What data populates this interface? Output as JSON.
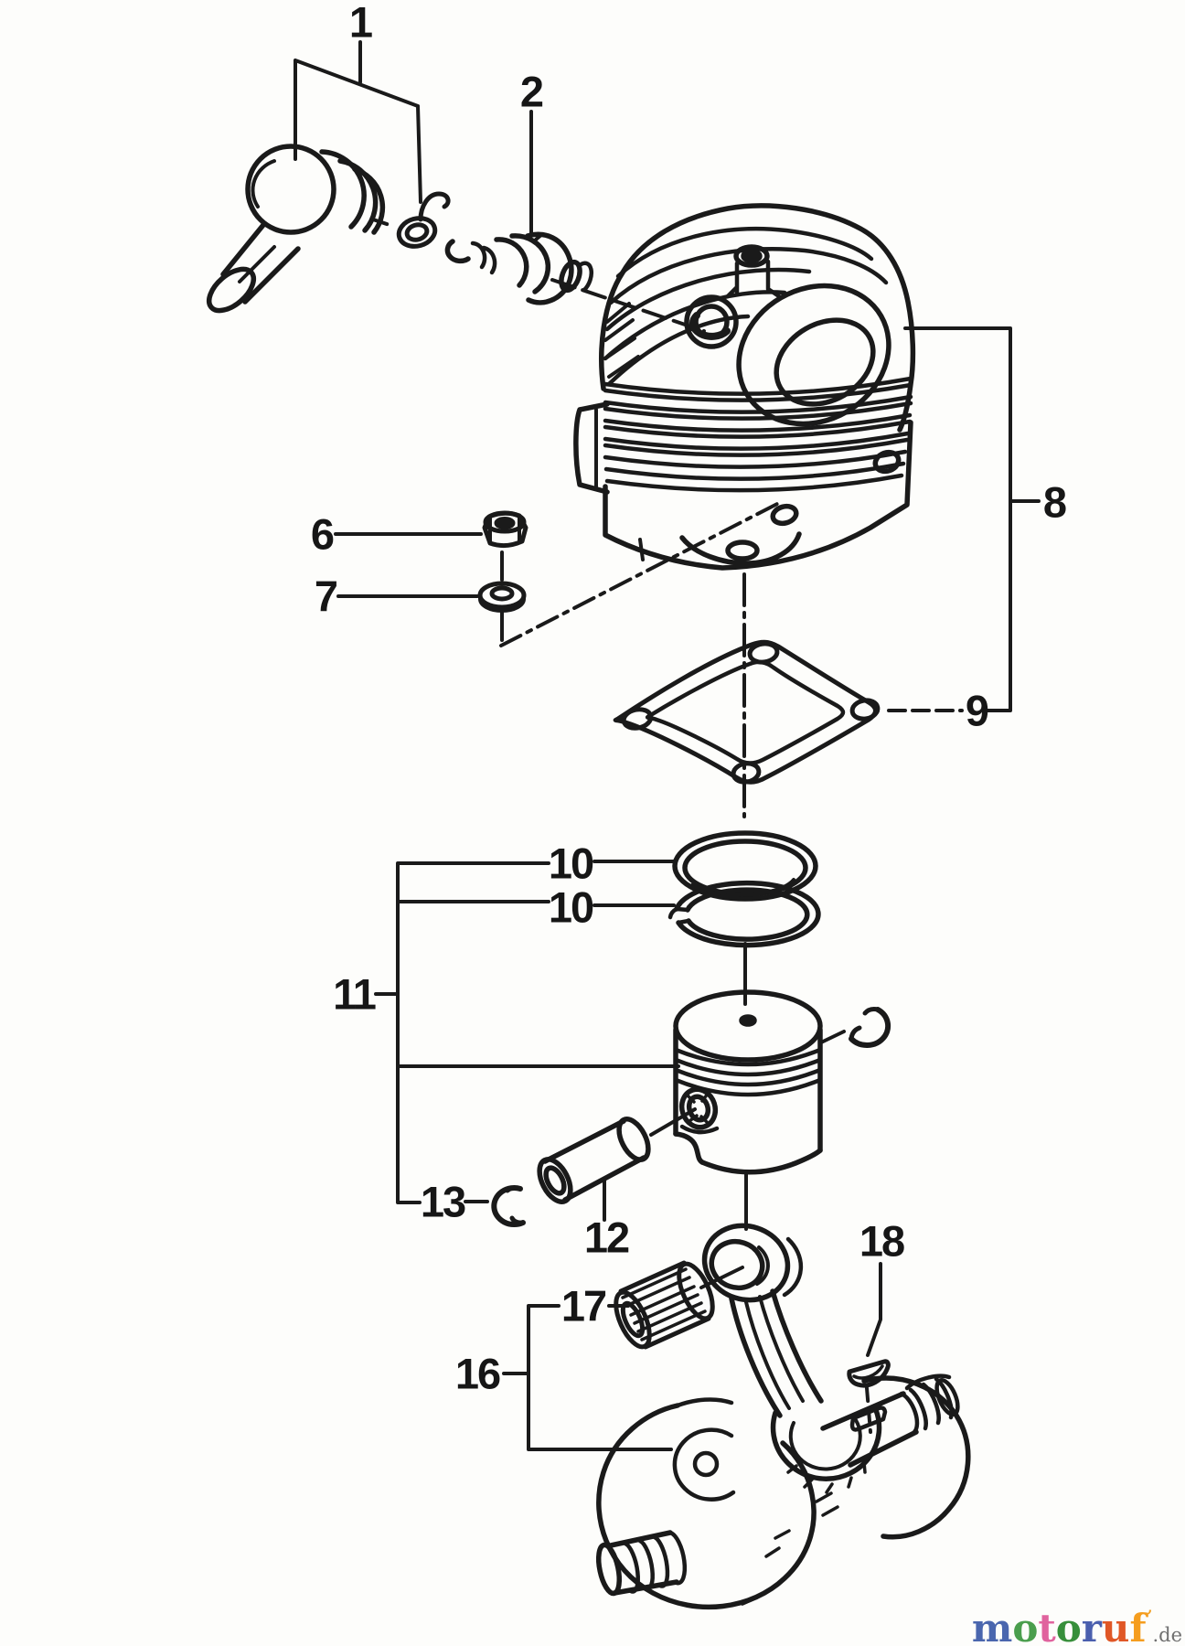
{
  "labels": {
    "n1": "1",
    "n2": "2",
    "n6": "6",
    "n7": "7",
    "n8": "8",
    "n9": "9",
    "n10a": "10",
    "n10b": "10",
    "n11": "11",
    "n12": "12",
    "n13": "13",
    "n16": "16",
    "n17": "17",
    "n18": "18"
  },
  "watermark": {
    "letters": [
      {
        "ch": "m",
        "color": "#4a66ae"
      },
      {
        "ch": "o",
        "color": "#4a9e4d"
      },
      {
        "ch": "t",
        "color": "#e0639e"
      },
      {
        "ch": "o",
        "color": "#378f3b"
      },
      {
        "ch": "r",
        "color": "#4a5fae"
      },
      {
        "ch": "u",
        "color": "#e05726"
      },
      {
        "ch": "f",
        "color": "#f59d1e"
      }
    ],
    "mark": "’",
    "mark_color": "#f0a024",
    "suffix": ".de",
    "suffix_color": "#707070"
  },
  "canvas": {
    "background": "#fdfdfb",
    "line_color": "#1a1a1a"
  }
}
